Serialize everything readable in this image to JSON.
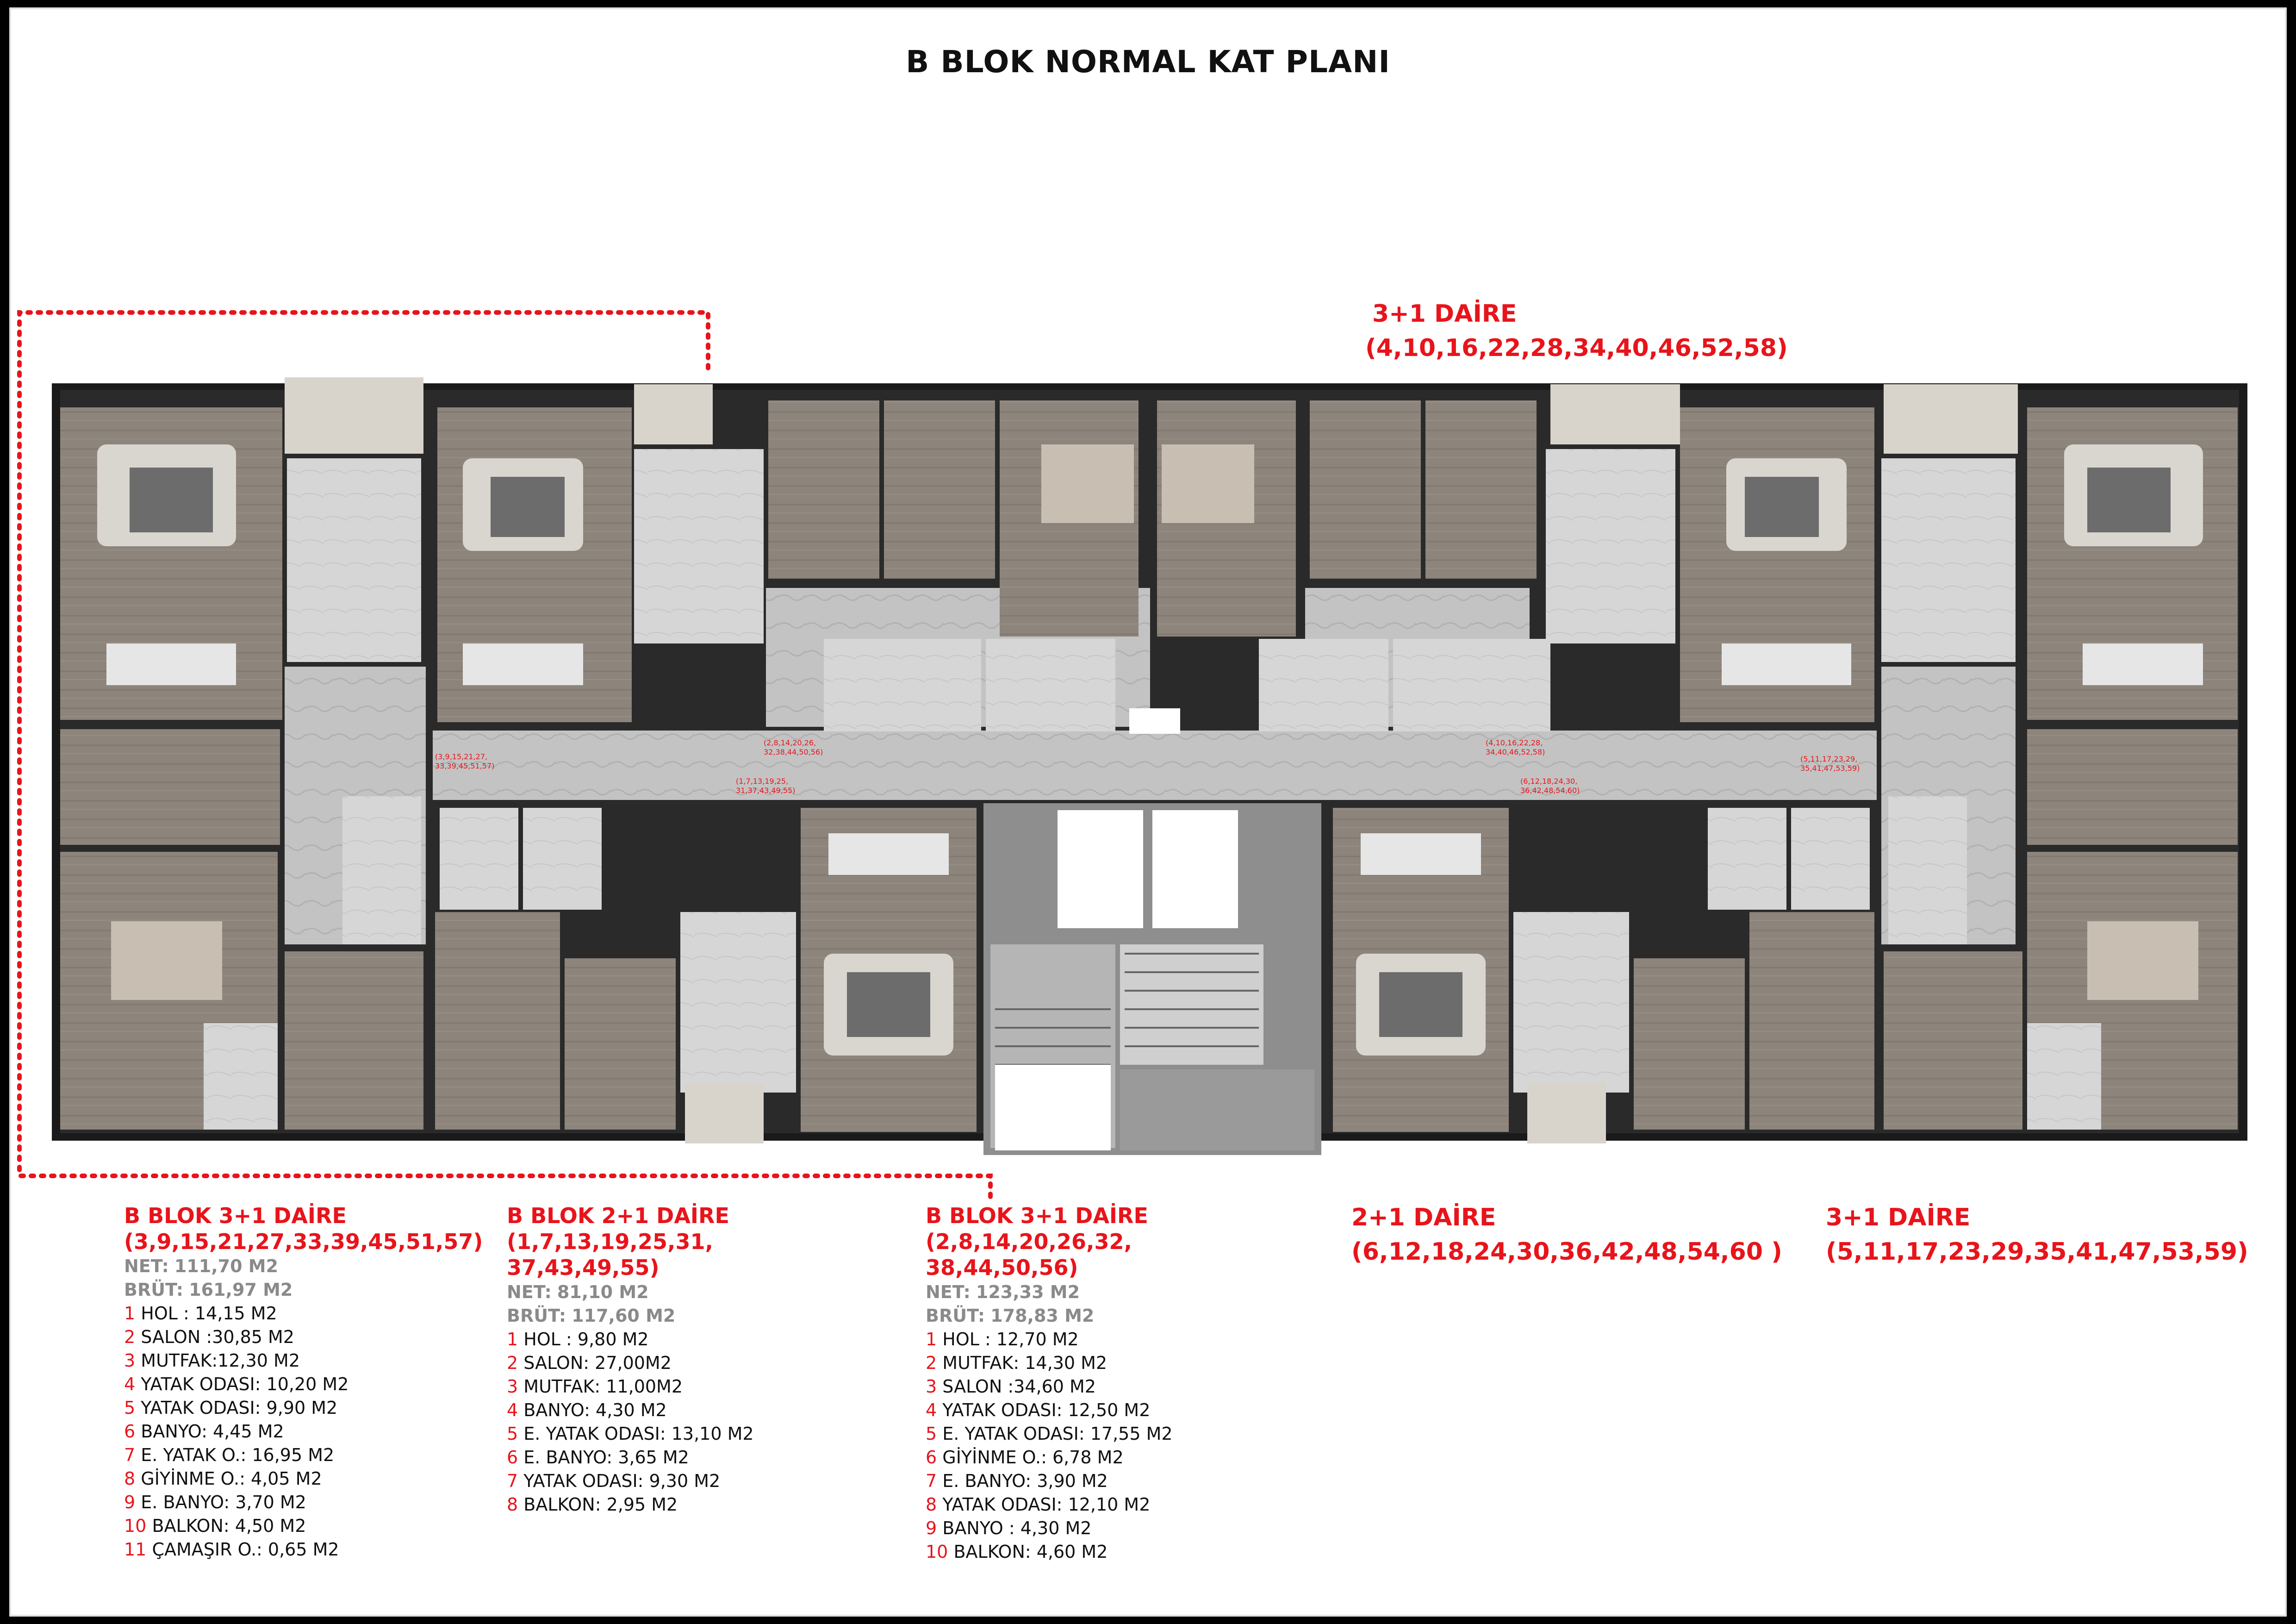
{
  "title": "B BLOK  NORMAL KAT PLANI",
  "top_labels": [
    {
      "name": "3+1 DAİRE",
      "units": "(4,10,16,22,28,34,40,46,52,58)"
    }
  ],
  "right_labels": [
    {
      "name": "2+1 DAİRE",
      "units": "(6,12,18,24,30,36,42,48,54,60 )"
    },
    {
      "name": "3+1 DAİRE",
      "units": "(5,11,17,23,29,35,41,47,53,59)"
    }
  ],
  "plan_tags": [
    "(3,9,15,21,27,\n33,39,45,51,57)",
    "(2,8,14,20,26,\n32,38,44,50,56)",
    "(1,7,13,19,25,\n31,37,43,49,55)",
    "(4,10,16,22,28,\n34,40,46,52,58)",
    "(6,12,18,24,30,\n36,42,48,54,60)",
    "(5,11,17,23,29,\n35,41,47,53,59)"
  ],
  "specs": [
    {
      "title": "B BLOK 3+1 DAİRE",
      "units": "(3,9,15,21,27,33,39,45,51,57)",
      "units2": "",
      "net_label": "NET:",
      "net": "111,70 M2",
      "brut_label": "BRÜT:",
      "brut": "161,97 M2",
      "rooms": [
        {
          "n": "1",
          "t": "HOL : 14,15 M2"
        },
        {
          "n": "2",
          "t": "SALON :30,85 M2"
        },
        {
          "n": "3",
          "t": "MUTFAK:12,30 M2"
        },
        {
          "n": "4",
          "t": "YATAK ODASI: 10,20 M2"
        },
        {
          "n": "5",
          "t": "YATAK ODASI: 9,90 M2"
        },
        {
          "n": "6",
          "t": "BANYO: 4,45 M2"
        },
        {
          "n": "7",
          "t": "E. YATAK O.: 16,95 M2"
        },
        {
          "n": "8",
          "t": "GİYİNME O.: 4,05 M2"
        },
        {
          "n": "9",
          "t": "E. BANYO: 3,70 M2"
        },
        {
          "n": "10",
          "t": "BALKON: 4,50 M2"
        },
        {
          "n": "11",
          "t": "ÇAMAŞIR O.: 0,65 M2"
        }
      ]
    },
    {
      "title": "B BLOK 2+1 DAİRE",
      "units": "(1,7,13,19,25,31,",
      "units2": "37,43,49,55)",
      "net_label": "NET:",
      "net": "81,10 M2",
      "brut_label": "BRÜT:",
      "brut": "117,60 M2",
      "rooms": [
        {
          "n": "1",
          "t": "HOL : 9,80 M2"
        },
        {
          "n": "2",
          "t": "SALON: 27,00M2"
        },
        {
          "n": "3",
          "t": "MUTFAK: 11,00M2"
        },
        {
          "n": "4",
          "t": "BANYO: 4,30 M2"
        },
        {
          "n": "5",
          "t": "E. YATAK ODASI: 13,10 M2"
        },
        {
          "n": "6",
          "t": "E. BANYO: 3,65 M2"
        },
        {
          "n": "7",
          "t": "YATAK ODASI: 9,30 M2"
        },
        {
          "n": "8",
          "t": "BALKON: 2,95 M2"
        }
      ]
    },
    {
      "title": "B BLOK 3+1 DAİRE",
      "units": "(2,8,14,20,26,32,",
      "units2": "38,44,50,56)",
      "net_label": "NET:",
      "net": "123,33 M2",
      "brut_label": "BRÜT:",
      "brut": "178,83 M2",
      "rooms": [
        {
          "n": "1",
          "t": "HOL : 12,70 M2"
        },
        {
          "n": "2",
          "t": "MUTFAK: 14,30 M2"
        },
        {
          "n": "3",
          "t": "SALON :34,60 M2"
        },
        {
          "n": "4",
          "t": "YATAK ODASI: 12,50 M2"
        },
        {
          "n": "5",
          "t": "E. YATAK ODASI: 17,55 M2"
        },
        {
          "n": "6",
          "t": "GİYİNME O.: 6,78 M2"
        },
        {
          "n": "7",
          "t": "E. BANYO: 3,90 M2"
        },
        {
          "n": "8",
          "t": "YATAK ODASI: 12,10 M2"
        },
        {
          "n": "9",
          "t": "BANYO : 4,30 M2"
        },
        {
          "n": "10",
          "t": "BALKON: 4,60 M2"
        }
      ]
    }
  ],
  "colors": {
    "accent": "#e8141b",
    "floor": "#8d847c",
    "corridor": "#bdbdbd",
    "wall": "#1a1a1a"
  }
}
